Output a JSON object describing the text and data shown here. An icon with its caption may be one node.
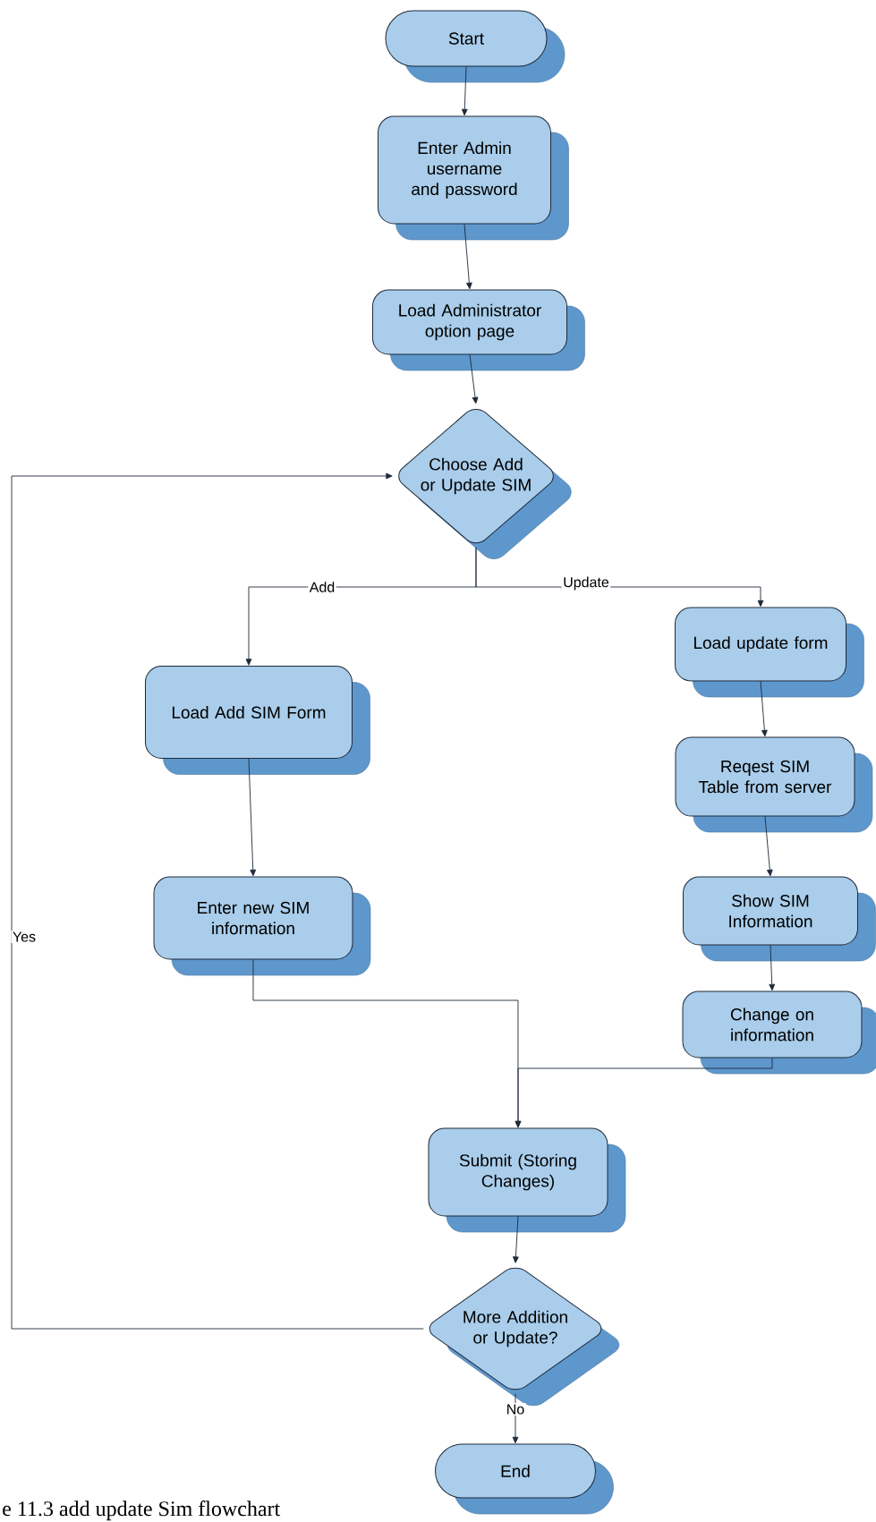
{
  "diagram": {
    "caption": "e 11.3 add update Sim flowchart",
    "nodes": [
      {
        "text": [
          "Start"
        ]
      },
      {
        "text": [
          "Enter Admin username and password"
        ]
      },
      {
        "text": [
          "Load Administrator option page"
        ]
      },
      {
        "text": [
          "Choose Add or Update SIM"
        ]
      },
      {
        "text": [
          "Load update form"
        ]
      },
      {
        "text": [
          "Load Add SIM Form"
        ]
      },
      {
        "text": [
          "Reqest SIM Table from server"
        ]
      },
      {
        "text": [
          "Enter new SIM information"
        ]
      },
      {
        "text": [
          "Show SIM Information"
        ]
      },
      {
        "text": [
          "Change on information"
        ]
      },
      {
        "text": [
          "Submit (Storing Changes)"
        ]
      },
      {
        "text": [
          "More Addition or Update?"
        ]
      },
      {
        "text": [
          "End"
        ]
      }
    ],
    "edges": [
      {
        "from": 0,
        "to": 1,
        "arrow": "to"
      },
      {
        "from": 1,
        "to": 2,
        "arrow": "to"
      },
      {
        "from": 2,
        "to": 3,
        "arrow": "to"
      },
      {
        "from": 3,
        "to": 5,
        "arrow": "to",
        "label": "Add"
      },
      {
        "from": 3,
        "to": 4,
        "arrow": "to",
        "label": "Update"
      },
      {
        "from": 4,
        "to": 6,
        "arrow": "to"
      },
      {
        "from": 6,
        "to": 8,
        "arrow": "to"
      },
      {
        "from": 8,
        "to": 9,
        "arrow": "to"
      },
      {
        "from": 5,
        "to": 7,
        "arrow": "to"
      },
      {
        "from": 7,
        "to": 10,
        "arrow": "to"
      },
      {
        "from": 9,
        "to": 10,
        "arrow": "to"
      },
      {
        "from": 10,
        "to": 11,
        "arrow": "to"
      },
      {
        "from": 11,
        "to": 12,
        "arrow": "to",
        "label": "No"
      },
      {
        "from": 11,
        "to": 3,
        "arrow": "to",
        "label": "Yes"
      }
    ]
  }
}
